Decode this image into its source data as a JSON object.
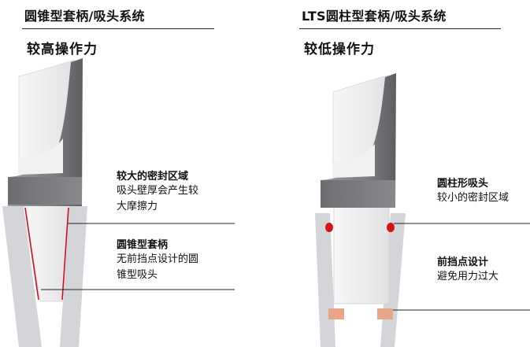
{
  "left": {
    "title": "圆锥型套柄/吸头系统",
    "subtitle": "较高操作力",
    "callouts": [
      {
        "heading": "较大的密封区域",
        "lines": [
          "吸头壁厚会产生较",
          "大摩擦力"
        ]
      },
      {
        "heading": "圆锥型套柄",
        "lines": [
          "无前挡点设计的圆",
          "锥型吸头"
        ]
      }
    ]
  },
  "right": {
    "title": "LTS圆柱型套柄/吸头系统",
    "subtitle": "较低操作力",
    "callouts": [
      {
        "heading": "圆柱形吸头",
        "lines": [
          "较小的密封区域"
        ]
      },
      {
        "heading": "前挡点设计",
        "lines": [
          "避免用力过大"
        ]
      }
    ]
  },
  "colors": {
    "tip_wall": "#d4d5d8",
    "shank_light": "#eeeeef",
    "shank_dark": "#6f7073",
    "seal_line": "#cc1020",
    "seal_dot": "#d8101c",
    "stop_pad": "#e8a587"
  }
}
